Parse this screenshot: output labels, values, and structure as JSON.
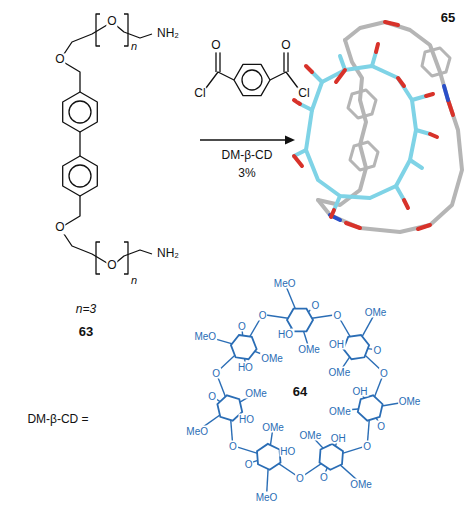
{
  "diagram": {
    "labels": [
      "O",
      "O",
      "n",
      "NH₂",
      "O",
      "O",
      "n",
      "NH₂",
      "n=3",
      "63",
      "O",
      "O",
      "Cl",
      "Cl",
      "DM-β-CD",
      "3%",
      "65",
      "DM-β-CD =",
      "64",
      "O",
      "MeO",
      "OMe",
      "HO",
      "O",
      "O",
      "OMe",
      "OMe",
      "OH",
      "O",
      "O",
      "OMe",
      "OMe",
      "OH",
      "O",
      "O",
      "OMe",
      "OMe",
      "OH",
      "O",
      "O",
      "MeO",
      "OMe",
      "HO",
      "O",
      "O",
      "MeO",
      "OMe",
      "HO",
      "O",
      "O",
      "MeO",
      "OMe",
      "HO",
      "O"
    ]
  }
}
